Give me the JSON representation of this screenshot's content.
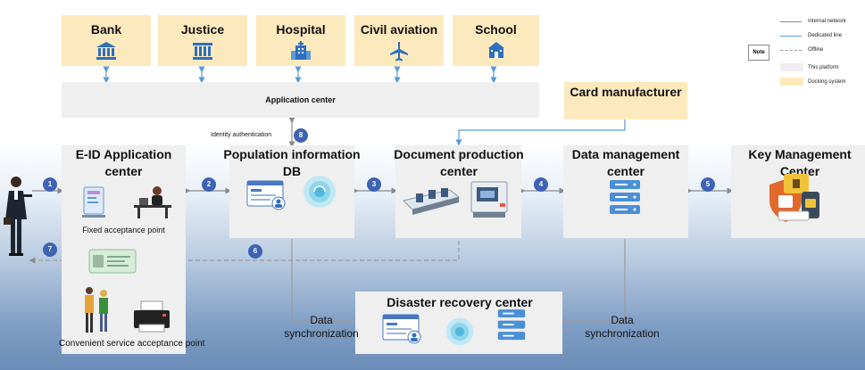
{
  "docking": [
    {
      "label": "Bank",
      "icon": "bank-icon"
    },
    {
      "label": "Justice",
      "icon": "courthouse-icon"
    },
    {
      "label": "Hospital",
      "icon": "hospital-icon"
    },
    {
      "label": "Civil aviation",
      "icon": "airplane-icon"
    },
    {
      "label": "School",
      "icon": "school-icon"
    }
  ],
  "application_center": "Application center",
  "identity_authentication": "Identity authentication",
  "card_manufacturer": "Card manufacturer",
  "nodes": {
    "eid": "E-ID Application center",
    "fixed_point": "Fixed acceptance point",
    "convenient_point": "Convenient service acceptance point",
    "population_db": "Population information DB",
    "document_center": "Document production center",
    "data_management": "Data management center",
    "key_management": "Key Management Center",
    "disaster_recovery": "Disaster recovery center"
  },
  "sync_label": "Data synchronization",
  "badges": [
    "1",
    "2",
    "3",
    "4",
    "5",
    "6",
    "7",
    "8"
  ],
  "legend": {
    "note": "Note",
    "internal": "Internal network",
    "dedicated": "Dedicated line",
    "offline": "Offline",
    "platform": "This platform",
    "docking": "Docking system"
  },
  "colors": {
    "docking_fill": "#fce9bd",
    "platform_fill": "#efefef",
    "badge": "#3e63b4",
    "link_blue": "#5b9bd5",
    "offline_gray": "#9a9a9a",
    "icon_blue": "#2e6fc0"
  }
}
